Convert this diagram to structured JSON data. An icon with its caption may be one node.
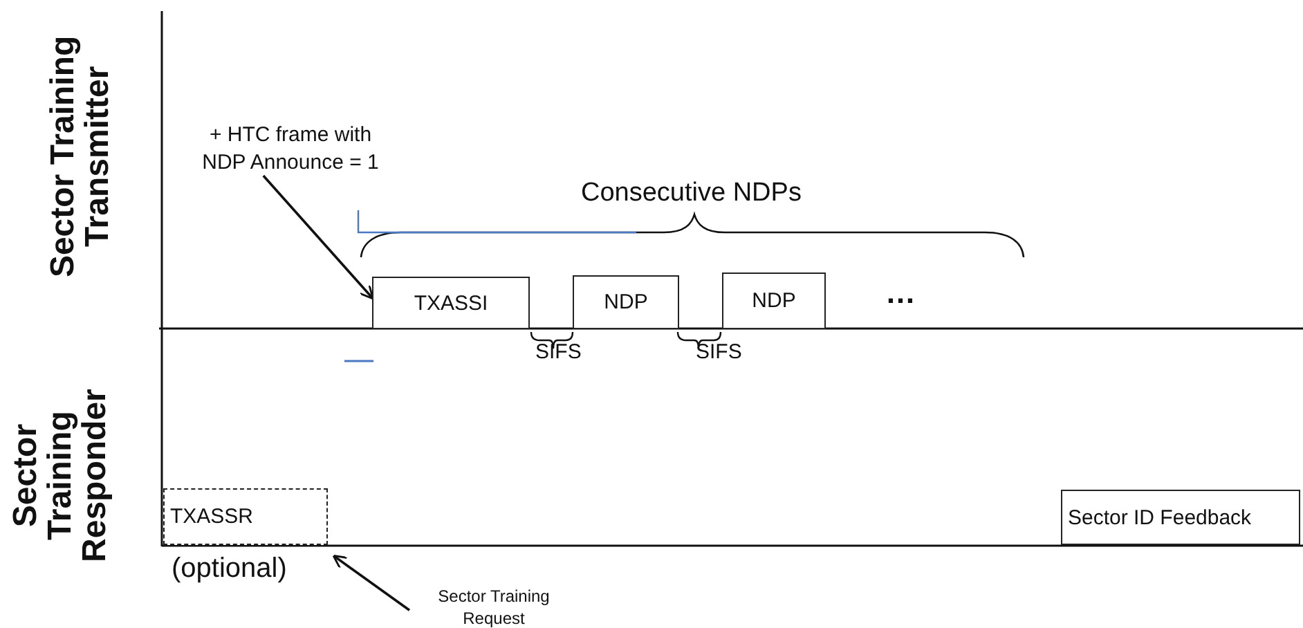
{
  "diagram": {
    "nodes": [
      {
        "text": [
          "+ HTC frame with NDP Announce = 1"
        ]
      },
      {
        "text": [
          "TXASSI"
        ]
      },
      {
        "text": [
          "NDP"
        ]
      },
      {
        "text": [
          "NDP"
        ]
      },
      {
        "text": [
          "TXASSR"
        ],
        "beside": [
          "(optional)"
        ]
      },
      {
        "text": [
          "Sector Training Request"
        ]
      },
      {
        "text": [
          "Sector ID Feedback"
        ]
      }
    ],
    "edges": [
      {
        "from": 0,
        "to": 1,
        "arrow": "to"
      },
      {
        "from": 5,
        "to": 4,
        "arrow": "to"
      }
    ],
    "labels": [
      "Sector Training Transmitter",
      "Consecutive NDPs",
      "…",
      "SIFS",
      "SIFS",
      "Sector Training Responder"
    ]
  }
}
